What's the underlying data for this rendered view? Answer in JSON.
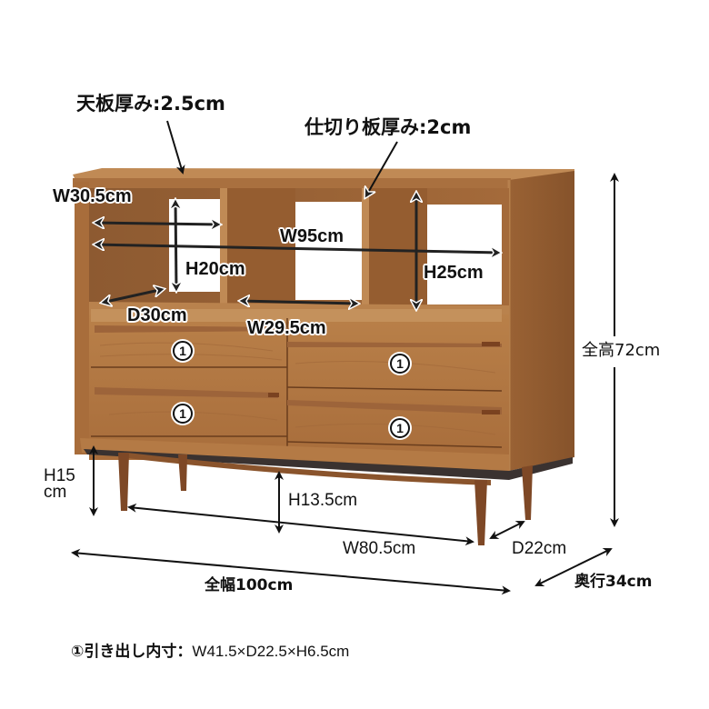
{
  "title": "Cabinet dimension diagram",
  "colors": {
    "wood_light": "#b57a45",
    "wood_mid": "#9a6132",
    "wood_dark": "#7a4a26",
    "side_panel": "#8f5a30",
    "base_strip": "#3a3230",
    "arrow": "#111111",
    "background": "#ffffff"
  },
  "callouts": {
    "top_thickness": "天板厚み:2.5cm",
    "divider_thickness": "仕切り板厚み:2cm"
  },
  "dimensions": {
    "shelf_width_left": "W30.5cm",
    "inner_width": "W95cm",
    "shelf_height_left": "H20cm",
    "shelf_height_right": "H25cm",
    "shelf_depth": "D30cm",
    "shelf_width_center": "W29.5cm",
    "total_height": "全高72cm",
    "leg_height_line1": "H15",
    "leg_height_line2": "cm",
    "clearance_height": "H13.5cm",
    "leg_span_width": "W80.5cm",
    "leg_span_depth": "D22cm",
    "total_width": "全幅100cm",
    "total_depth": "奥行34cm"
  },
  "drawers": [
    {
      "marker": "1"
    },
    {
      "marker": "1"
    },
    {
      "marker": "1"
    },
    {
      "marker": "1"
    }
  ],
  "footnote": {
    "marker": "①",
    "label": "引き出し内寸：",
    "value": "W41.5×D22.5×H6.5cm"
  }
}
